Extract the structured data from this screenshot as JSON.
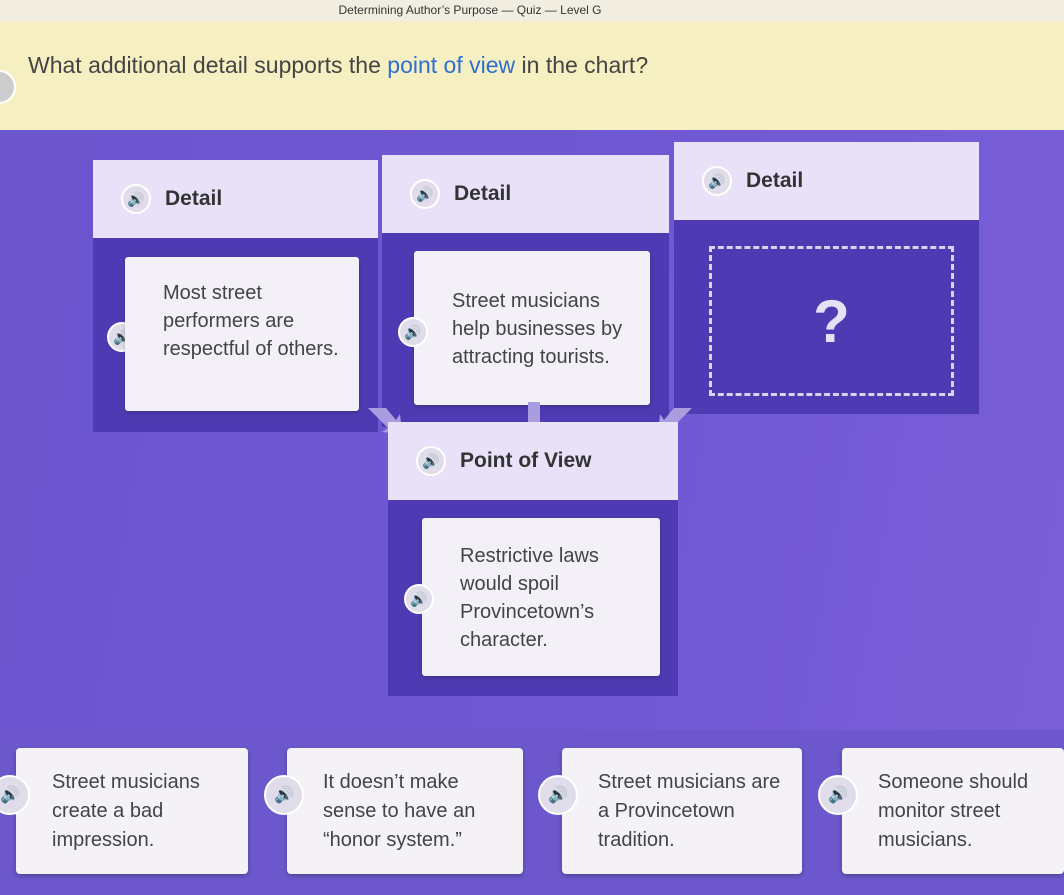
{
  "quiz_title": "Determining Author’s Purpose — Quiz — Level G",
  "question": {
    "prefix": "What additional detail supports the ",
    "highlight": "point of view",
    "suffix": " in the chart?"
  },
  "details": [
    {
      "header": "Detail",
      "text": "Most street performers are respectful of others."
    },
    {
      "header": "Detail",
      "text": "Street musicians help businesses by attracting tourists."
    },
    {
      "header": "Detail",
      "placeholder": "?"
    }
  ],
  "point_of_view": {
    "header": "Point of View",
    "text": "Restrictive laws would spoil Provincetown’s character."
  },
  "choices": [
    {
      "text": "Street musicians create a bad impression."
    },
    {
      "text": "It doesn’t make sense to have an “honor system.”"
    },
    {
      "text": "Street musicians are a Provincetown tradition."
    },
    {
      "text": "Someone should monitor street musicians."
    }
  ],
  "icons": {
    "speaker": "speaker-icon"
  },
  "colors": {
    "accent": "#2d6fd0",
    "stage": "#6b56ce",
    "panel": "#4e3bb3"
  }
}
